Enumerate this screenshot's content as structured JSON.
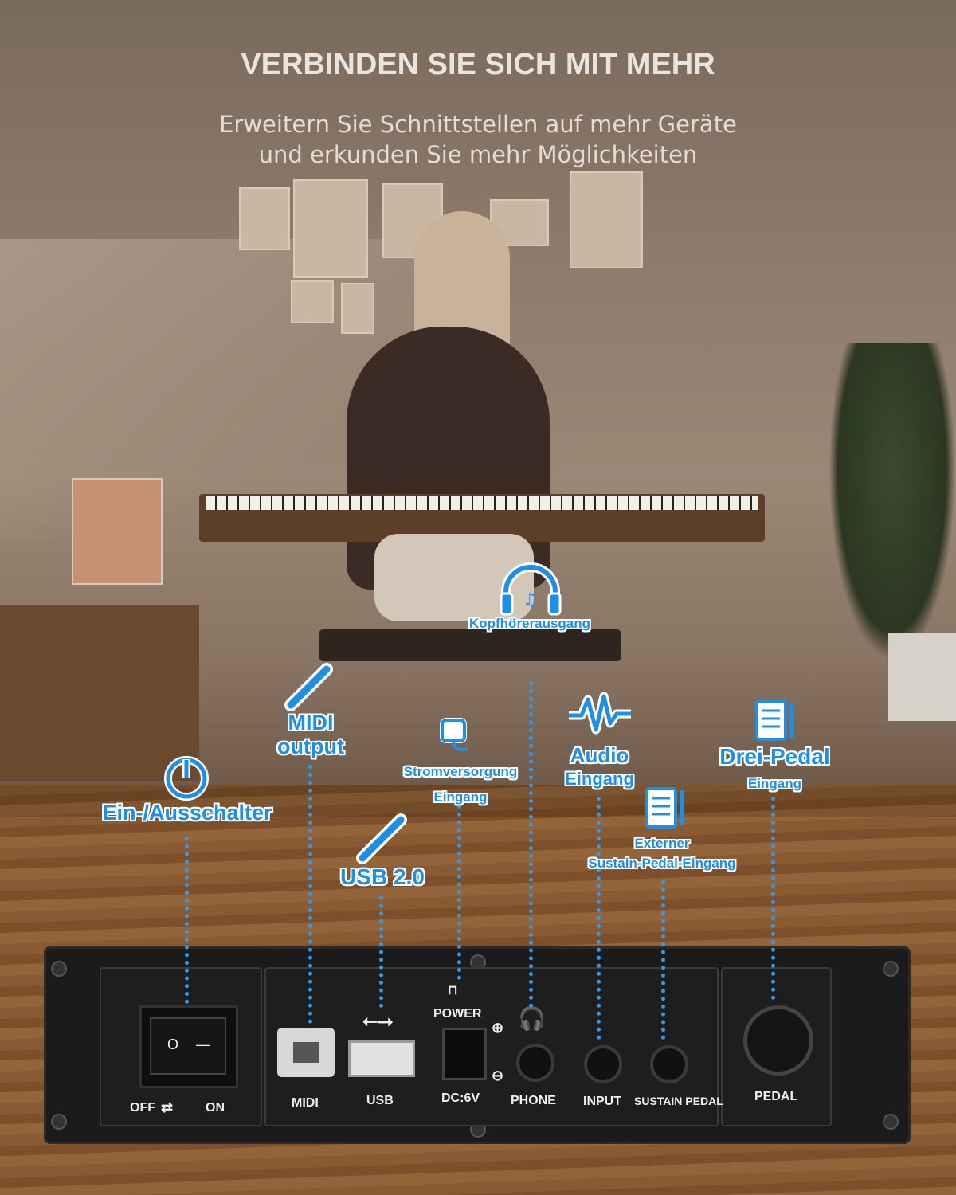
{
  "header": {
    "title": "VERBINDEN SIE SICH MIT MEHR",
    "subtitle_line1": "Erweitern Sie Schnittstellen auf mehr Geräte",
    "subtitle_line2": "und erkunden Sie mehr Möglichkeiten"
  },
  "callouts": {
    "power_switch": "Ein-/Ausschalter",
    "midi_line1": "MIDI",
    "midi_line2": "output",
    "usb": "USB 2.0",
    "power_supply_line1": "Stromversorgung",
    "power_supply_line2": "Eingang",
    "headphone": "Kopfhörerausgang",
    "audio_line1": "Audio",
    "audio_line2": "Eingang",
    "sustain_line1": "Externer",
    "sustain_line2": "Sustain-Pedal-Eingang",
    "pedal_line1": "Drei-Pedal",
    "pedal_line2": "Eingang"
  },
  "panel": {
    "off": "OFF",
    "on": "ON",
    "switch_o": "O",
    "switch_i": "—",
    "midi": "MIDI",
    "usb": "USB",
    "power": "POWER",
    "dc": "DC:6V",
    "phone": "PHONE",
    "input": "INPUT",
    "sustain": "SUSTAIN PEDAL",
    "pedal": "PEDAL"
  },
  "colors": {
    "accent": "#1e8fe6",
    "dots": "#2f9bf0"
  }
}
